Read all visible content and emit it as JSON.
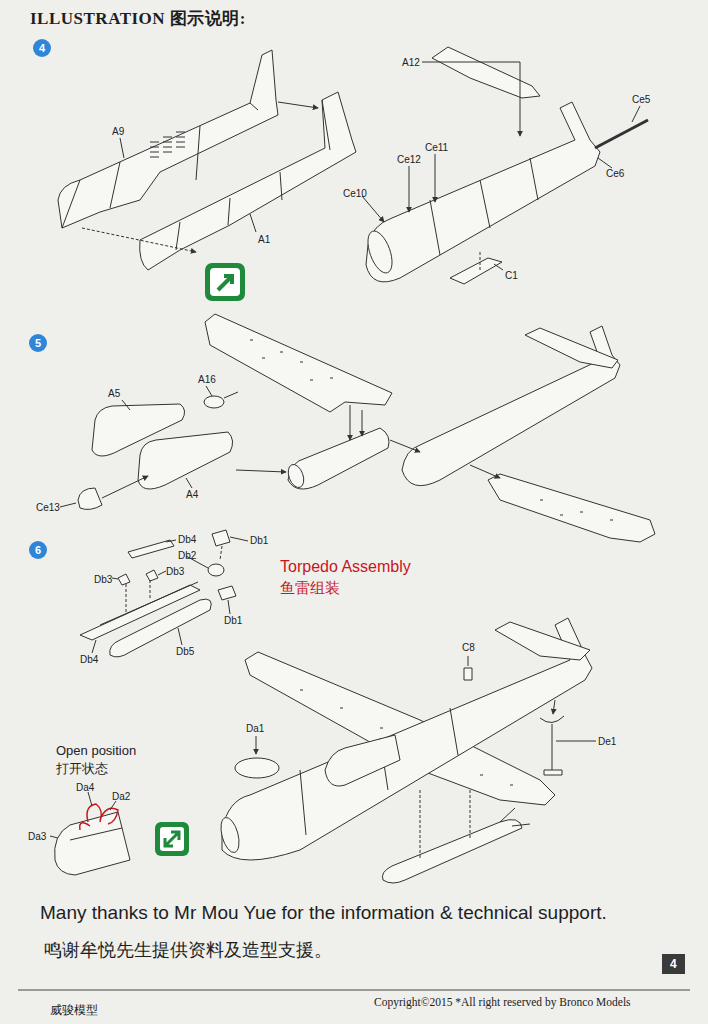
{
  "diagram": {
    "title": "ILLUSTRATION 图示说明:",
    "nodes": [
      {
        "text": [
          "4"
        ]
      },
      {
        "text": [
          "5"
        ]
      },
      {
        "text": [
          "6"
        ]
      },
      {
        "text": [
          "4"
        ]
      }
    ],
    "edges": [],
    "labels": [
      "A9",
      "A1",
      "A12",
      "Ce5",
      "Ce6",
      "Ce12",
      "Ce11",
      "Ce10",
      "C1",
      "A16",
      "A5",
      "A4",
      "Ce13",
      "Db4",
      "Db1",
      "Db2",
      "Db3",
      "Db3",
      "Db1",
      "Db4",
      "Db5",
      "Torpedo Assembly",
      "鱼雷组装",
      "C8",
      "De1",
      "Da1",
      "Open position",
      "打开状态",
      "Da4",
      "Da2",
      "Da3",
      "Many thanks to Mr Mou Yue for the information & technical support.",
      "鸣谢牟悦先生提供资料及造型支援。",
      "威骏模型",
      "Copyright©2015  *All right reserved by Bronco Models"
    ]
  }
}
